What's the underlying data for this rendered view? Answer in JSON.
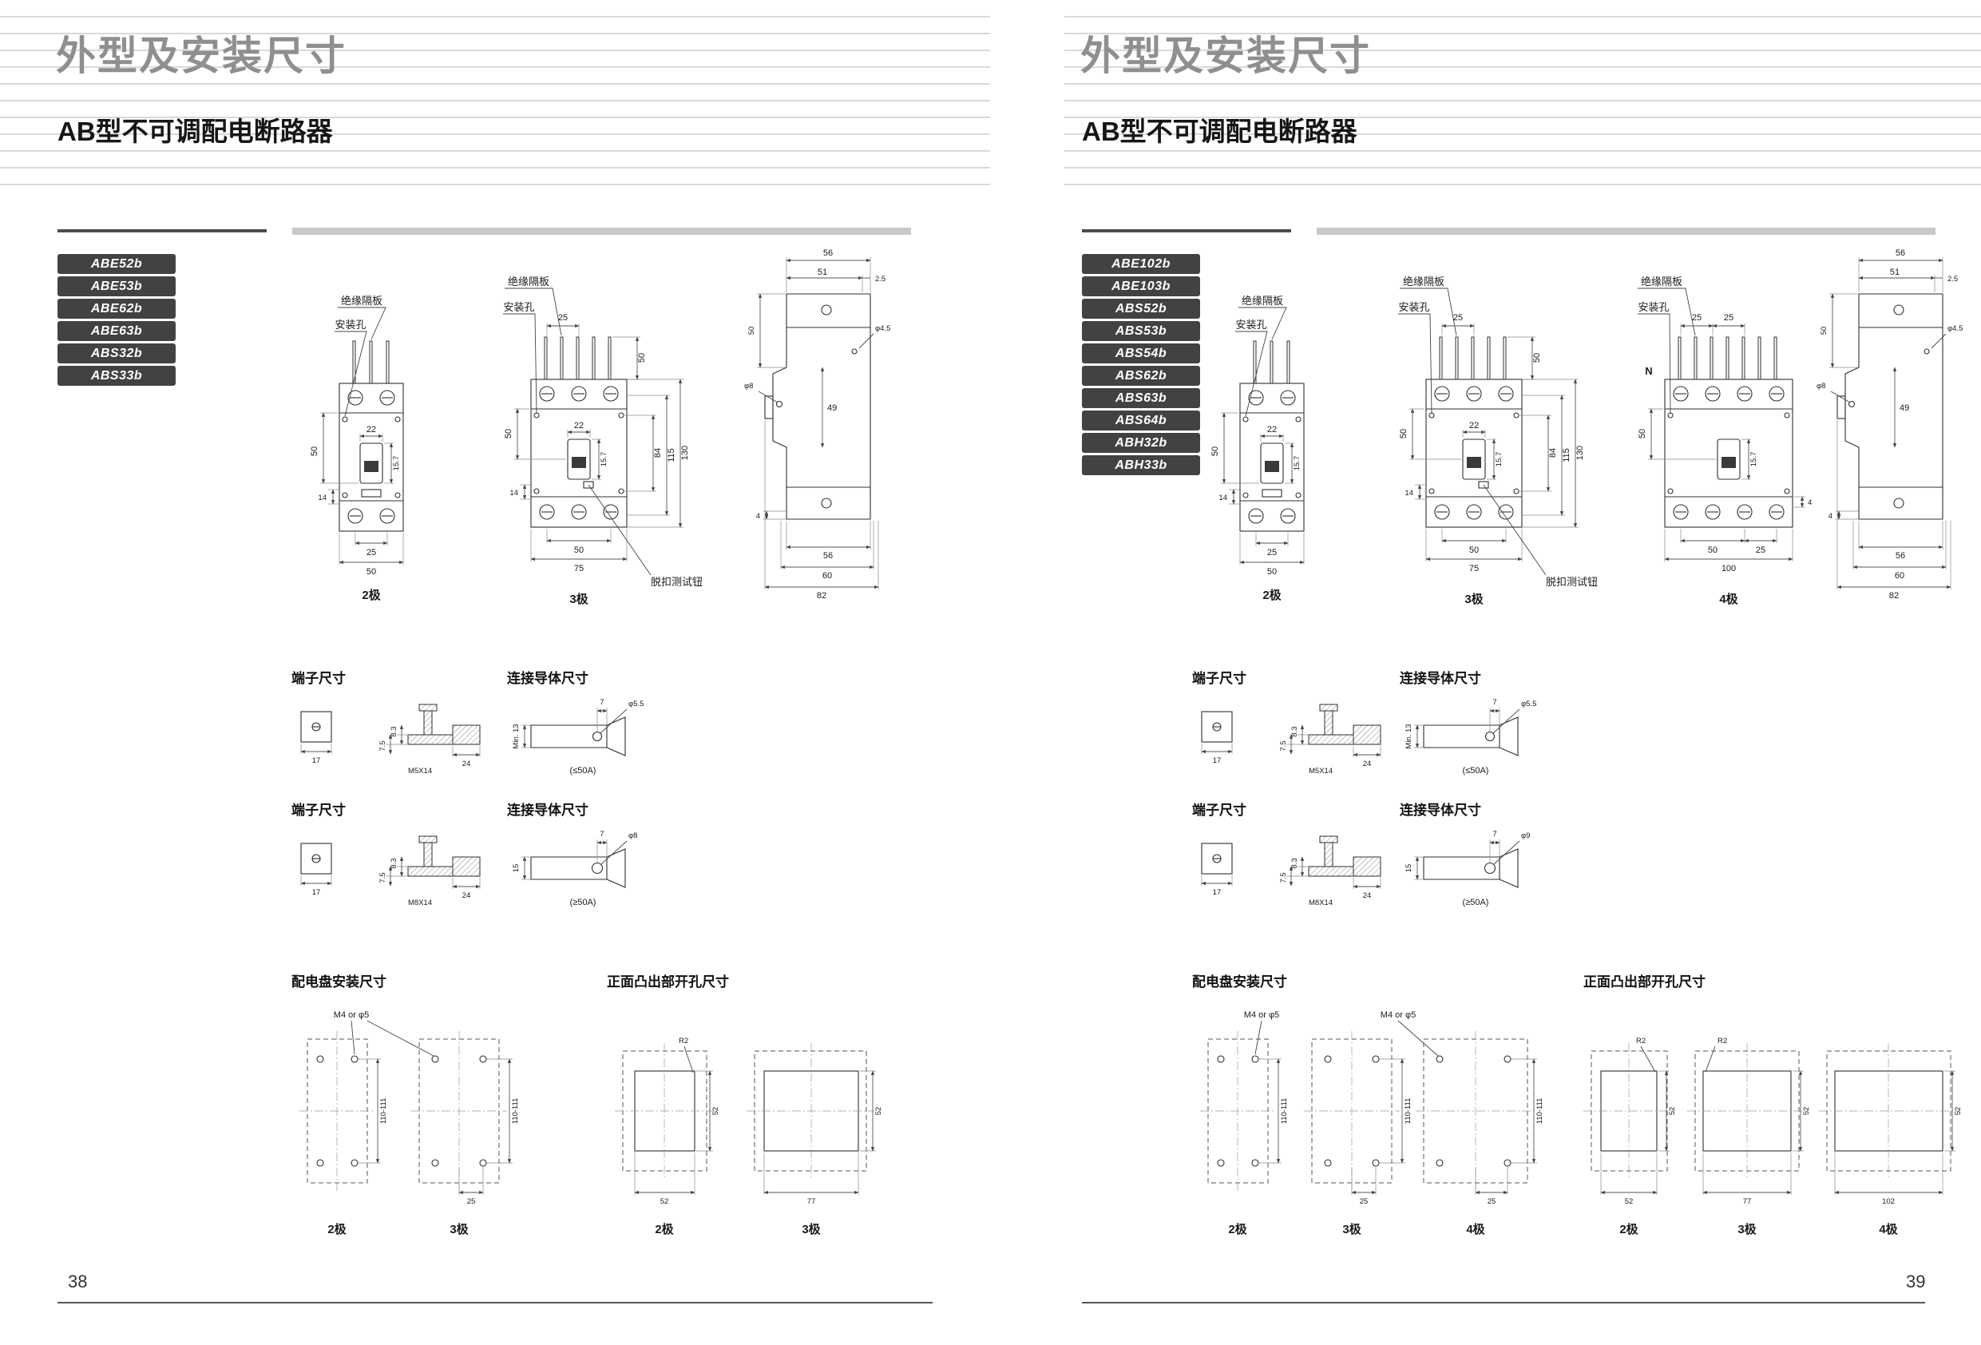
{
  "page": {
    "title": "外型及安装尺寸",
    "subtitle": "AB型不可调配电断路器"
  },
  "left_page": {
    "models": [
      "ABE52b",
      "ABE53b",
      "ABE62b",
      "ABE63b",
      "ABS32b",
      "ABS33b"
    ],
    "page_number": "38"
  },
  "right_page": {
    "models": [
      "ABE102b",
      "ABE103b",
      "ABS52b",
      "ABS53b",
      "ABS54b",
      "ABS62b",
      "ABS63b",
      "ABS64b",
      "ABH32b",
      "ABH33b"
    ],
    "page_number": "39"
  },
  "labels": {
    "insulation_barrier": "绝缘隔板",
    "mounting_hole": "安装孔",
    "trip_test": "脱扣测试钮",
    "terminal_size": "端子尺寸",
    "conductor_size": "连接导体尺寸",
    "panel_mount": "配电盘安装尺寸",
    "front_cutout": "正面凸出部开孔尺寸",
    "pole2": "2极",
    "pole3": "3极",
    "pole4": "4极",
    "n_mark": "N",
    "le50": "(≤50A)",
    "ge50": "(≥50A)",
    "m4_or_phi5": "M4 or φ5"
  },
  "dims": {
    "pitch25": "25",
    "w22": "22",
    "h157": "15.7",
    "d14": "14",
    "h50": "50",
    "w50": "50",
    "w75": "75",
    "w100": "100",
    "h84": "84",
    "h115": "115",
    "h130": "130",
    "d4": "4",
    "side_t56": "56",
    "side_t51": "51",
    "side_t25": "2.5",
    "side_hole8": "φ8",
    "side_h49": "49",
    "side_hole45": "φ4.5",
    "side_b56": "56",
    "side_b60": "60",
    "side_b82": "82",
    "term_w17": "17",
    "term_h83": "8.3",
    "term_h75": "7.5",
    "term_w24": "24",
    "screw_m5": "M5X14",
    "screw_m8": "M8X14",
    "cond_t7": "7",
    "cond_hole55": "φ5.5",
    "cond_hole8": "φ8",
    "cond_hole9": "φ9",
    "cond_min13": "Min. 13",
    "cond_h15": "15",
    "mount_v": "110-111",
    "mount_b25": "25",
    "r2": "R2",
    "cut_w52": "52",
    "cut_h52": "52",
    "cut_w77": "77",
    "cut_w102": "102"
  },
  "colors": {
    "badge_bg": "#424244",
    "title_gray": "#8f8f8f",
    "stripe": "#d9d9d9"
  }
}
